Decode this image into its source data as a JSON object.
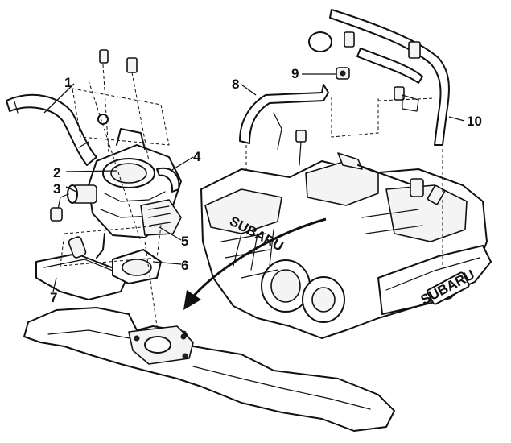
{
  "callouts": [
    {
      "id": "1",
      "label": "1"
    },
    {
      "id": "2",
      "label": "2"
    },
    {
      "id": "3",
      "label": "3"
    },
    {
      "id": "4",
      "label": "4"
    },
    {
      "id": "5",
      "label": "5"
    },
    {
      "id": "6",
      "label": "6"
    },
    {
      "id": "7",
      "label": "7"
    },
    {
      "id": "8",
      "label": "8"
    },
    {
      "id": "9",
      "label": "9"
    },
    {
      "id": "10",
      "label": "10"
    }
  ],
  "engine_logo": "SUBARU",
  "valve_logo": "SUBARU"
}
